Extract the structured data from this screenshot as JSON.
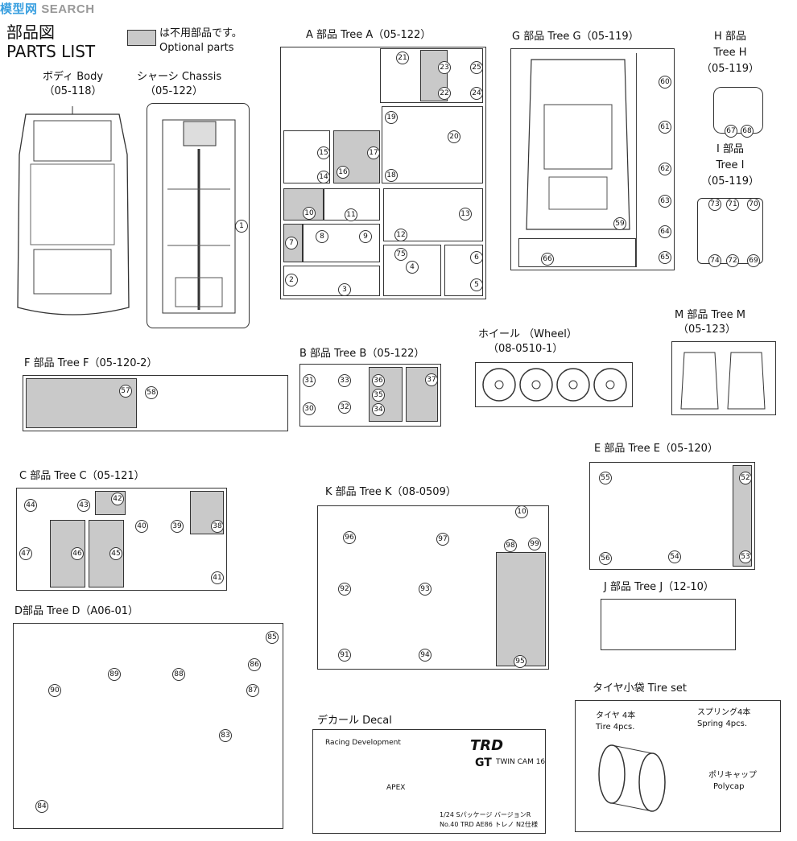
{
  "header": {
    "watermark": "模型网",
    "watermark_suffix": "SEARCH",
    "title_ja": "部品図",
    "title_en": "PARTS LIST",
    "legend_ja": "は不用部品です。",
    "legend_en": "Optional parts"
  },
  "trees": {
    "body": {
      "ja": "ボディ Body",
      "code": "（05-118）"
    },
    "chassis": {
      "ja": "シャーシ Chassis",
      "code": "（05-122）"
    },
    "a": {
      "label": "A 部品 Tree A（05-122）"
    },
    "g": {
      "label": "G 部品 Tree G（05-119）"
    },
    "h": {
      "l1": "H 部品",
      "l2": "Tree H",
      "l3": "（05-119）"
    },
    "i": {
      "l1": "I 部品",
      "l2": "Tree I",
      "l3": "（05-119）"
    },
    "f": {
      "label": "F 部品 Tree F（05-120-2）"
    },
    "b": {
      "label": "B 部品 Tree B（05-122）"
    },
    "wheel": {
      "l1": "ホイール （Wheel）",
      "l2": "（08-0510-1）"
    },
    "m": {
      "l1": "M 部品 Tree M",
      "l2": "（05-123）"
    },
    "c": {
      "label": "C 部品 Tree C（05-121）"
    },
    "k": {
      "label": "K 部品 Tree K（08-0509）"
    },
    "e": {
      "label": "E 部品 Tree E（05-120）"
    },
    "j": {
      "label": "J 部品 Tree J（12-10）"
    },
    "d": {
      "label": "D部品 Tree D（A06-01）"
    },
    "decal": {
      "label": "デカール Decal"
    },
    "tire": {
      "label": "タイヤ小袋 Tire set"
    }
  },
  "tire_set": {
    "tire_ja": "タイヤ 4本",
    "tire_en": "Tire 4pcs.",
    "spring_ja": "スプリング4本",
    "spring_en": "Spring 4pcs.",
    "poly_ja": "ポリキャップ",
    "poly_en": "Polycap"
  },
  "decal_text": {
    "trd": "TRD",
    "rd": "Racing Development",
    "gt": "GT",
    "twincam": "TWIN CAM 16",
    "apex": "APEX",
    "footer1": "1/24 Sパッケージ バージョンR",
    "footer2": "No.40 TRD AE86 トレノ N2仕様"
  },
  "part_numbers": {
    "chassis": [
      "1"
    ],
    "a": [
      "21",
      "23",
      "22",
      "25",
      "24",
      "19",
      "20",
      "18",
      "15",
      "14",
      "16",
      "17",
      "10",
      "11",
      "12",
      "13",
      "7",
      "8",
      "9",
      "75",
      "4",
      "6",
      "5",
      "2",
      "3"
    ],
    "g": [
      "60",
      "61",
      "62",
      "63",
      "64",
      "65",
      "59",
      "66"
    ],
    "h": [
      "67",
      "68"
    ],
    "i": [
      "73",
      "71",
      "70",
      "74",
      "72",
      "69"
    ],
    "f": [
      "57",
      "58"
    ],
    "b": [
      "31",
      "30",
      "33",
      "32",
      "36",
      "35",
      "34",
      "37"
    ],
    "c": [
      "44",
      "43",
      "42",
      "40",
      "39",
      "38",
      "47",
      "46",
      "45",
      "41"
    ],
    "k": [
      "96",
      "97",
      "10",
      "98",
      "99",
      "92",
      "93",
      "91",
      "94",
      "95"
    ],
    "e": [
      "55",
      "56",
      "54",
      "52",
      "53"
    ],
    "d": [
      "90",
      "89",
      "88",
      "85",
      "86",
      "87",
      "84",
      "83"
    ]
  }
}
